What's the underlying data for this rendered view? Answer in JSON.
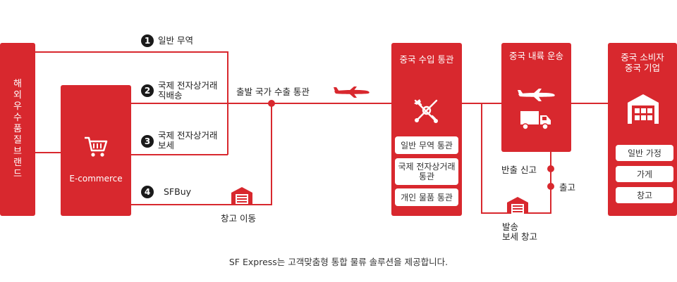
{
  "brand_box": {
    "label": "해외 우수 품질 브랜드"
  },
  "ecommerce_box": {
    "label": "E-commerce",
    "icon": "shopping-cart-icon"
  },
  "routes": [
    {
      "number": "1",
      "label": "일반 무역"
    },
    {
      "number": "2",
      "label_line1": "국제 전자상거래",
      "label_line2": "직배송"
    },
    {
      "number": "3",
      "label_line1": "국제 전자상거래",
      "label_line2": "보세"
    },
    {
      "number": "4",
      "label": "SFBuy"
    }
  ],
  "warehouse_move_label": "창고 이동",
  "export_label": "출발 국가 수출 통관",
  "import_box": {
    "title": "중국 수입 통관",
    "icon": "customs-emblem-icon",
    "items": [
      "일반 무역 통관",
      "국제 전자상거래 통관",
      "개인 물품 통관"
    ]
  },
  "transport_box": {
    "title": "중국 내륙 운송",
    "icons": [
      "airplane-icon",
      "truck-icon"
    ]
  },
  "release_report_label": "반출 신고",
  "outbound_label": "출고",
  "bonded_label_line1": "발송",
  "bonded_label_line2": "보세 창고",
  "consumer_box": {
    "title_line1": "중국 소비자",
    "title_line2": "중국 기업",
    "icon": "warehouse-boxes-icon",
    "items": [
      "일반 가정",
      "가게",
      "창고"
    ]
  },
  "footer": "SF Express는 고객맞춤형 통합 물류 솔루션을 제공합니다.",
  "colors": {
    "accent": "#d8282e",
    "line": "#d8282e",
    "badge": "#1a1a1a"
  }
}
